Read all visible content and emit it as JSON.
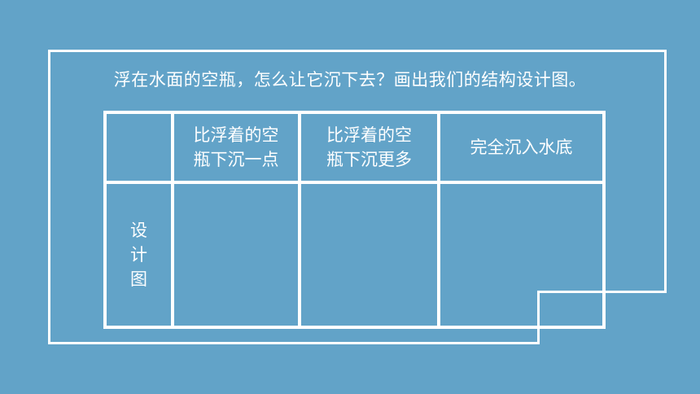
{
  "prompt": "浮在水面的空瓶，怎么让它沉下去？画出我们的结构设计图。",
  "table": {
    "headers": [
      "",
      "比浮着的空瓶下沉一点",
      "比浮着的空瓶下沉更多",
      "完全沉入水底"
    ],
    "header_lines": [
      [],
      [
        "比浮着的空",
        "瓶下沉一点"
      ],
      [
        "比浮着的空",
        "瓶下沉更多"
      ],
      [
        "完全沉入水底"
      ]
    ],
    "row_label": "设计图"
  },
  "colors": {
    "background": "#62a3c8",
    "line": "#ffffff",
    "text": "#ffffff"
  }
}
